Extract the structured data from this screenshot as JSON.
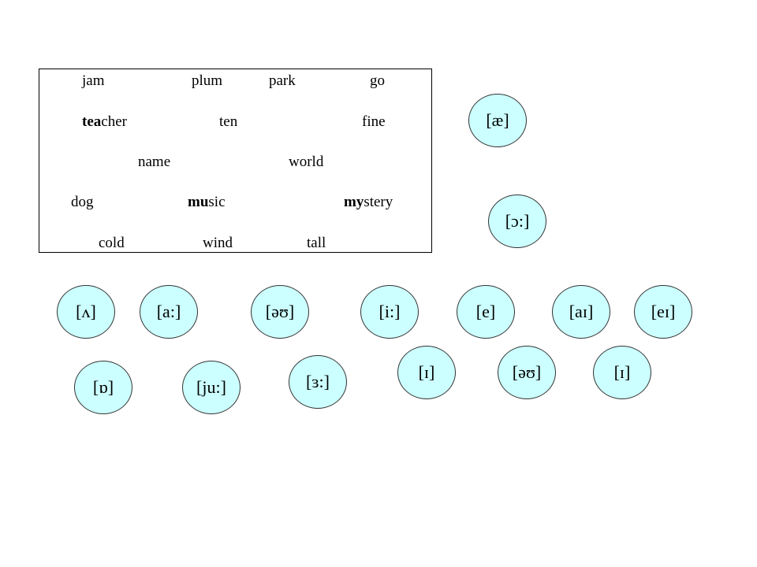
{
  "words": [
    {
      "bold": "",
      "rest": "jam"
    },
    {
      "bold": "",
      "rest": "plum"
    },
    {
      "bold": "",
      "rest": "park"
    },
    {
      "bold": "",
      "rest": "go"
    },
    {
      "bold": "tea",
      "rest": "cher"
    },
    {
      "bold": "",
      "rest": "ten"
    },
    {
      "bold": "",
      "rest": "fine"
    },
    {
      "bold": "",
      "rest": "name"
    },
    {
      "bold": "",
      "rest": "world"
    },
    {
      "bold": "",
      "rest": "dog"
    },
    {
      "bold": "mu",
      "rest": "sic"
    },
    {
      "bold": "my",
      "rest": "stery"
    },
    {
      "bold": "",
      "rest": "cold"
    },
    {
      "bold": "",
      "rest": "wind"
    },
    {
      "bold": "",
      "rest": "tall"
    }
  ],
  "phonetics": [
    "[æ]",
    "[ɔ:]",
    "[ʌ]",
    "[a:]",
    "[əʊ]",
    "[i:]",
    "[e]",
    "[aɪ]",
    "[eɪ]",
    "[ɒ]",
    "[ju:]",
    "[ɜ:]",
    "[ɪ]",
    "[əʊ]",
    "[ɪ]"
  ],
  "colors": {
    "bubble_fill": "#ccffff",
    "bubble_border": "#333333"
  }
}
